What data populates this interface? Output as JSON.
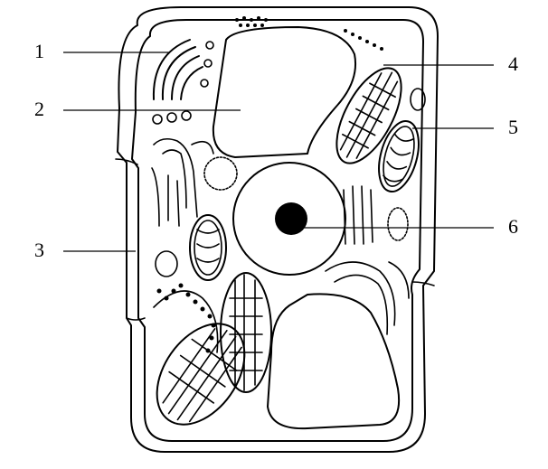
{
  "labels": [
    {
      "id": "label-1",
      "text": "1"
    },
    {
      "id": "label-2",
      "text": "2"
    },
    {
      "id": "label-3",
      "text": "3"
    },
    {
      "id": "label-4",
      "text": "4"
    },
    {
      "id": "label-5",
      "text": "5"
    },
    {
      "id": "label-6",
      "text": "6"
    }
  ],
  "colors": {
    "ink": "#000000",
    "background": "#ffffff"
  }
}
